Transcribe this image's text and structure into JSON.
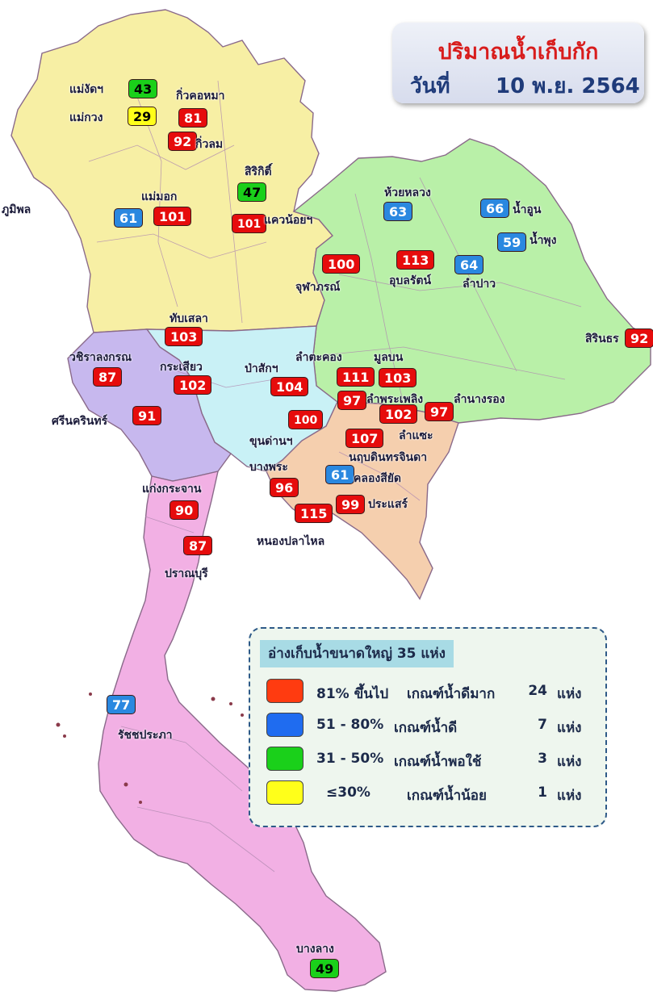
{
  "title": {
    "line1": "ปริมาณน้ำเก็บกัก",
    "date_label": "วันที่",
    "date_value": "10 พ.ย. 2564"
  },
  "colors": {
    "north": "#f7efa4",
    "northeast": "#b9f0a8",
    "central": "#c9f1f6",
    "west": "#c7b8ee",
    "east": "#f5cfae",
    "south": "#f2b0e4",
    "level_high": "#e60c0c",
    "level_good": "#2a88e0",
    "level_fair": "#1ad01a",
    "level_low": "#ffff1a"
  },
  "reservoirs": [
    {
      "name": "แม่งัดฯ",
      "value": "43",
      "level": "green"
    },
    {
      "name": "แม่กวง",
      "value": "29",
      "level": "yellow"
    },
    {
      "name": "กิ่วคอหมา",
      "value": "81",
      "level": "red"
    },
    {
      "name": "กิ่วลม",
      "value": "92",
      "level": "red"
    },
    {
      "name": "สิริกิติ์",
      "value": "47",
      "level": "green"
    },
    {
      "name": "แม่มอก",
      "value": "101",
      "level": "red"
    },
    {
      "name": "ภูมิพล",
      "value": "61",
      "level": "blue"
    },
    {
      "name": "แควน้อยฯ",
      "value": "101",
      "level": "red"
    },
    {
      "name": "ห้วยหลวง",
      "value": "63",
      "level": "blue"
    },
    {
      "name": "น้ำอูน",
      "value": "66",
      "level": "blue"
    },
    {
      "name": "น้ำพุง",
      "value": "59",
      "level": "blue"
    },
    {
      "name": "จุฬาภรณ์",
      "value": "100",
      "level": "red"
    },
    {
      "name": "อุบลรัตน์",
      "value": "113",
      "level": "red"
    },
    {
      "name": "ลำปาว",
      "value": "64",
      "level": "blue"
    },
    {
      "name": "สิรินธร",
      "value": "92",
      "level": "red"
    },
    {
      "name": "ทับเสลา",
      "value": "103",
      "level": "red"
    },
    {
      "name": "วชิราลงกรณ",
      "value": "87",
      "level": "red"
    },
    {
      "name": "กระเสียว",
      "value": "102",
      "level": "red"
    },
    {
      "name": "ป่าสักฯ",
      "value": "104",
      "level": "red"
    },
    {
      "name": "ลำตะคอง",
      "value": "111",
      "level": "red"
    },
    {
      "name": "มูลบน",
      "value": "103",
      "level": "red"
    },
    {
      "name": "ลำพระเพลิง",
      "value": "97",
      "level": "red"
    },
    {
      "name": "ลำนางรอง",
      "value": "97",
      "level": "red"
    },
    {
      "name": "ลำแซะ",
      "value": "102",
      "level": "red"
    },
    {
      "name": "ศรีนครินทร์",
      "value": "91",
      "level": "red"
    },
    {
      "name": "ขุนด่านฯ",
      "value": "100",
      "level": "red"
    },
    {
      "name": "นฤบดินทรจินดา",
      "value": "107",
      "level": "red"
    },
    {
      "name": "บางพระ",
      "value": "96",
      "level": "red"
    },
    {
      "name": "คลองสียัด",
      "value": "61",
      "level": "blue"
    },
    {
      "name": "แก่งกระจาน",
      "value": "90",
      "level": "red"
    },
    {
      "name": "ประแสร์",
      "value": "99",
      "level": "red"
    },
    {
      "name": "หนองปลาไหล",
      "value": "115",
      "level": "red"
    },
    {
      "name": "ปราณบุรี",
      "value": "87",
      "level": "red"
    },
    {
      "name": "รัชชประภา",
      "value": "77",
      "level": "blue"
    },
    {
      "name": "บางลาง",
      "value": "49",
      "level": "green"
    }
  ],
  "legend": {
    "title": "อ่างเก็บน้ำขนาดใหญ่ 35 แห่ง",
    "rows": [
      {
        "color": "#ff3b10",
        "range": "81% ขึ้นไป",
        "criterion": "เกณฑ์น้ำดีมาก",
        "count": "24",
        "unit": "แห่ง"
      },
      {
        "color": "#1f6cf0",
        "range": "51 - 80%",
        "criterion": "เกณฑ์น้ำดี",
        "count": "7",
        "unit": "แห่ง"
      },
      {
        "color": "#1ad01a",
        "range": "31 - 50%",
        "criterion": "เกณฑ์น้ำพอใช้",
        "count": "3",
        "unit": "แห่ง"
      },
      {
        "color": "#ffff1a",
        "range": "≤30%",
        "criterion": "เกณฑ์น้ำน้อย",
        "count": "1",
        "unit": "แห่ง"
      }
    ]
  }
}
